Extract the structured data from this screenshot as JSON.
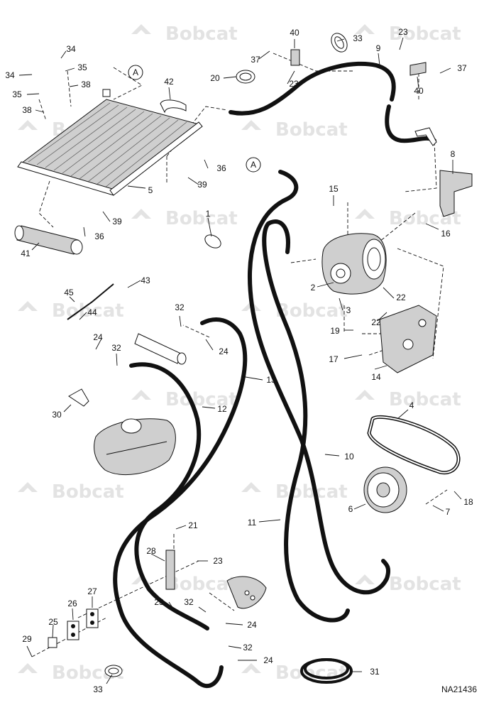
{
  "drawing_code": "NA21436",
  "watermark": {
    "brand": "Bobcat"
  },
  "callouts": [
    {
      "id": "c1",
      "label": "1"
    },
    {
      "id": "c2",
      "label": "2"
    },
    {
      "id": "c3",
      "label": "3"
    },
    {
      "id": "c4",
      "label": "4"
    },
    {
      "id": "c5",
      "label": "5"
    },
    {
      "id": "c6",
      "label": "6"
    },
    {
      "id": "c7",
      "label": "7"
    },
    {
      "id": "c8",
      "label": "8"
    },
    {
      "id": "c9",
      "label": "9"
    },
    {
      "id": "c10",
      "label": "10"
    },
    {
      "id": "c11",
      "label": "11"
    },
    {
      "id": "c12",
      "label": "12"
    },
    {
      "id": "c13",
      "label": "13"
    },
    {
      "id": "c14",
      "label": "14"
    },
    {
      "id": "c15",
      "label": "15"
    },
    {
      "id": "c16",
      "label": "16"
    },
    {
      "id": "c17",
      "label": "17"
    },
    {
      "id": "c18",
      "label": "18"
    },
    {
      "id": "c19",
      "label": "19"
    },
    {
      "id": "c20",
      "label": "20"
    },
    {
      "id": "c21",
      "label": "21"
    },
    {
      "id": "c22a",
      "label": "22"
    },
    {
      "id": "c22b",
      "label": "22"
    },
    {
      "id": "c23a",
      "label": "23"
    },
    {
      "id": "c23b",
      "label": "23"
    },
    {
      "id": "c23c",
      "label": "23"
    },
    {
      "id": "c23d",
      "label": "23"
    },
    {
      "id": "c24a",
      "label": "24"
    },
    {
      "id": "c24b",
      "label": "24"
    },
    {
      "id": "c24c",
      "label": "24"
    },
    {
      "id": "c24d",
      "label": "24"
    },
    {
      "id": "c25",
      "label": "25"
    },
    {
      "id": "c26",
      "label": "26"
    },
    {
      "id": "c27",
      "label": "27"
    },
    {
      "id": "c28",
      "label": "28"
    },
    {
      "id": "c29",
      "label": "29"
    },
    {
      "id": "c30",
      "label": "30"
    },
    {
      "id": "c31",
      "label": "31"
    },
    {
      "id": "c32a",
      "label": "32"
    },
    {
      "id": "c32b",
      "label": "32"
    },
    {
      "id": "c32c",
      "label": "32"
    },
    {
      "id": "c32d",
      "label": "32"
    },
    {
      "id": "c33a",
      "label": "33"
    },
    {
      "id": "c33b",
      "label": "33"
    },
    {
      "id": "c34a",
      "label": "34"
    },
    {
      "id": "c34b",
      "label": "34"
    },
    {
      "id": "c35a",
      "label": "35"
    },
    {
      "id": "c35b",
      "label": "35"
    },
    {
      "id": "c36a",
      "label": "36"
    },
    {
      "id": "c36b",
      "label": "36"
    },
    {
      "id": "c37a",
      "label": "37"
    },
    {
      "id": "c37b",
      "label": "37"
    },
    {
      "id": "c38a",
      "label": "38"
    },
    {
      "id": "c38b",
      "label": "38"
    },
    {
      "id": "c39a",
      "label": "39"
    },
    {
      "id": "c39b",
      "label": "39"
    },
    {
      "id": "c40a",
      "label": "40"
    },
    {
      "id": "c40b",
      "label": "40"
    },
    {
      "id": "c41",
      "label": "41"
    },
    {
      "id": "c42",
      "label": "42"
    },
    {
      "id": "c43",
      "label": "43"
    },
    {
      "id": "c44",
      "label": "44"
    },
    {
      "id": "c45",
      "label": "45"
    }
  ],
  "reference_markers": [
    {
      "id": "a1",
      "label": "A"
    },
    {
      "id": "a2",
      "label": "A"
    }
  ]
}
